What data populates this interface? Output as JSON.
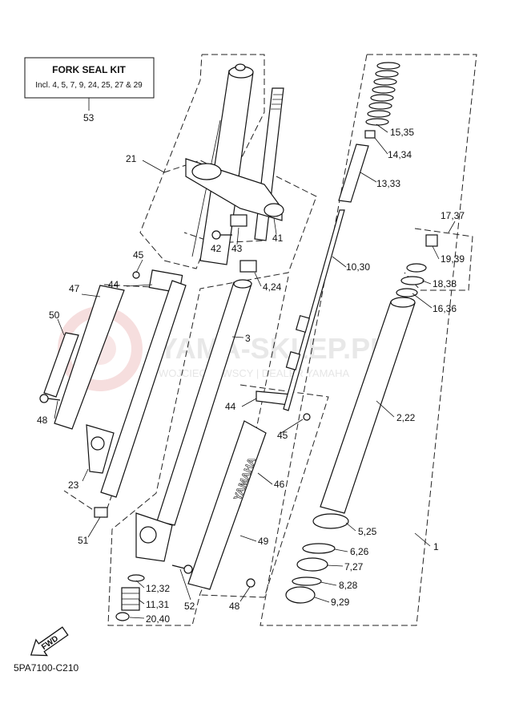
{
  "kit": {
    "title": "FORK SEAL KIT",
    "subtitle": "Incl. 4, 5, 7, 9, 24, 25, 27 & 29",
    "ref": "53"
  },
  "watermark": {
    "main": "YAMA-SKLEP.PL",
    "sub": "WOJCIECHOWSCY | DEALER YAMAHA"
  },
  "brand_text": "YAMAHA",
  "fwd_label": "FWD",
  "diagram_code": "5PA7100-C210",
  "callouts": [
    "21",
    "45",
    "44",
    "47",
    "50",
    "48",
    "23",
    "51",
    "12,32",
    "11,31",
    "20,40",
    "52",
    "48",
    "49",
    "46",
    "45",
    "44",
    "3",
    "4,24",
    "42",
    "43",
    "41",
    "10,30",
    "15,35",
    "14,34",
    "13,33",
    "17,37",
    "19,39",
    "18,38",
    "16,36",
    "2,22",
    "5,25",
    "6,26",
    "7,27",
    "8,28",
    "9,29",
    "1"
  ]
}
